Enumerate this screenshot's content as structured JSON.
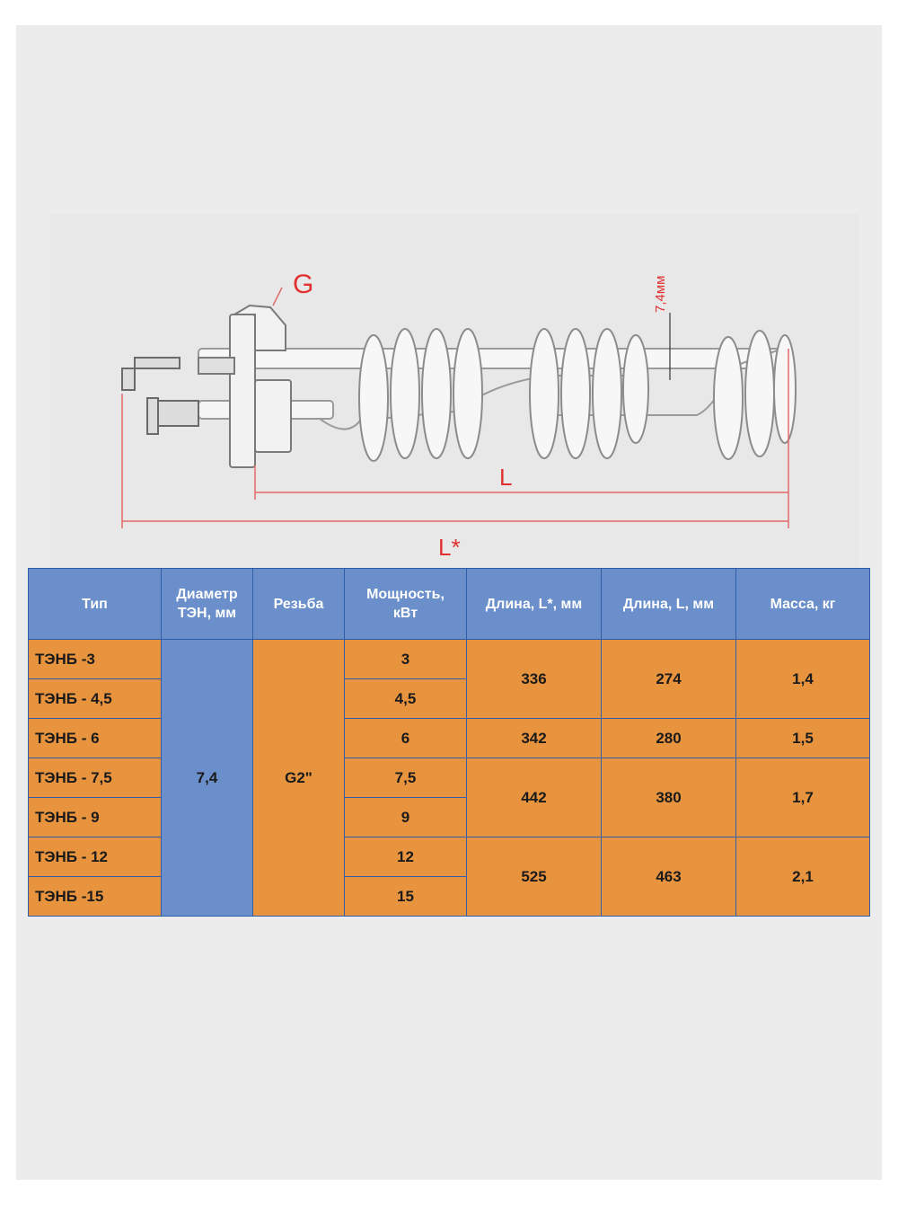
{
  "diagram": {
    "label_g": "G",
    "label_diameter": "7,4мм",
    "label_l": "L",
    "label_l_total": "L*"
  },
  "table": {
    "headers": {
      "type": "Тип",
      "diameter_line1": "Диаметр",
      "diameter_line2": "ТЭН, мм",
      "thread": "Резьба",
      "power_line1": "Мощность,",
      "power_line2": "кВт",
      "length_total": "Длина, L*, мм",
      "length": "Длина, L, мм",
      "mass": "Масса, кг"
    },
    "diameter_value": "7,4",
    "thread_value": "G2\"",
    "types": [
      "ТЭНБ -3",
      "ТЭНБ - 4,5",
      "ТЭНБ - 6",
      "ТЭНБ - 7,5",
      "ТЭНБ - 9",
      "ТЭНБ - 12",
      "ТЭНБ -15"
    ],
    "powers": [
      "3",
      "4,5",
      "6",
      "7,5",
      "9",
      "12",
      "15"
    ],
    "groups": [
      {
        "length_total": "336",
        "length": "274",
        "mass": "1,4"
      },
      {
        "length_total": "342",
        "length": "280",
        "mass": "1,5"
      },
      {
        "length_total": "442",
        "length": "380",
        "mass": "1,7"
      },
      {
        "length_total": "525",
        "length": "463",
        "mass": "2,1"
      }
    ]
  }
}
